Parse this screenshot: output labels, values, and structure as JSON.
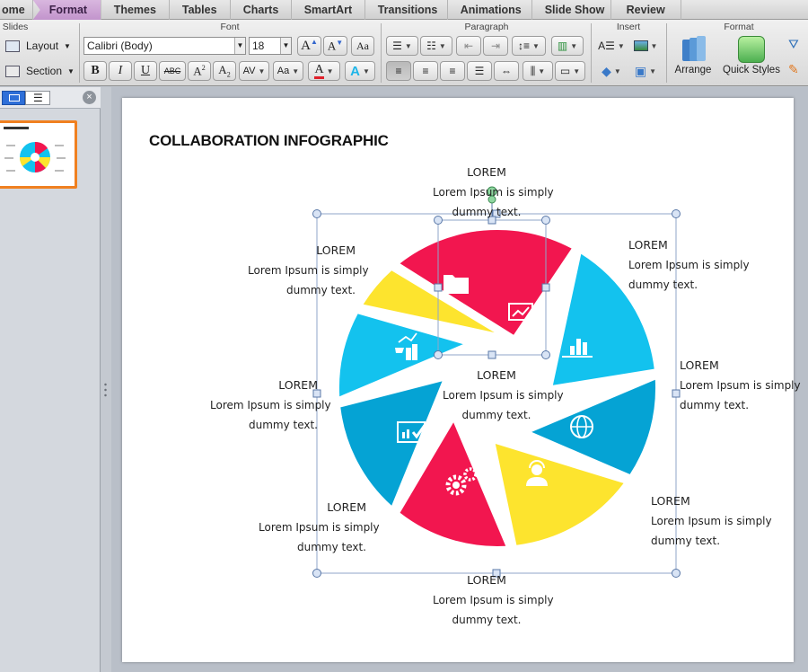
{
  "ribbon": {
    "tabs": [
      "ome",
      "Format",
      "Themes",
      "Tables",
      "Charts",
      "SmartArt",
      "Transitions",
      "Animations",
      "Slide Show",
      "Review"
    ],
    "active_tab": "Format",
    "active_color": "#c294cc",
    "groups": {
      "slides": "Slides",
      "font": "Font",
      "paragraph": "Paragraph",
      "insert": "Insert",
      "format": "Format"
    },
    "layout_label": "Layout",
    "section_label": "Section",
    "font_name": "Calibri (Body)",
    "font_size": "18",
    "arrange_label": "Arrange",
    "quick_styles_label": "Quick Styles"
  },
  "slide": {
    "title": "COLLABORATION INFOGRAPHIC",
    "callouts": [
      {
        "heading": "LOREM",
        "line1": "Lorem Ipsum is simply",
        "line2": "dummy text."
      },
      {
        "heading": "LOREM",
        "line1": "Lorem Ipsum is simply",
        "line2": "dummy text."
      },
      {
        "heading": "LOREM",
        "line1": "Lorem Ipsum is simply",
        "line2": "dummy text."
      },
      {
        "heading": "LOREM",
        "line1": "Lorem Ipsum is simply",
        "line2": "dummy text."
      },
      {
        "heading": "LOREM",
        "line1": "Lorem Ipsum is simply",
        "line2": "dummy text."
      },
      {
        "heading": "LOREM",
        "line1": "Lorem Ipsum is simply",
        "line2": "dummy text."
      },
      {
        "heading": "LOREM",
        "line1": "Lorem Ipsum is simply",
        "line2": "dummy text."
      },
      {
        "heading": "LOREM",
        "line1": "Lorem Ipsum is simply",
        "line2": "dummy text."
      },
      {
        "heading": "LOREM",
        "line1": "Lorem Ipsum is simply",
        "line2": "dummy text."
      }
    ],
    "colors": {
      "red": "#f2164f",
      "yellow": "#fde42e",
      "cyan": "#13c2ee",
      "blue": "#05a3d4",
      "selection": "#8fa6c9"
    },
    "segment_icons": [
      "folder-icon",
      "line-chart-icon",
      "bar-chart-icon",
      "globe-icon",
      "support-agent-icon",
      "gears-icon",
      "checklist-icon",
      "growth-chart-icon"
    ]
  }
}
